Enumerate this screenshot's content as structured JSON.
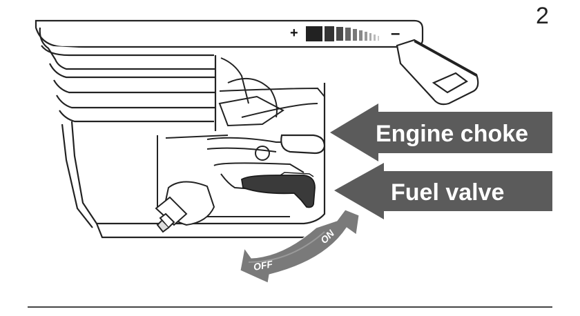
{
  "step": {
    "number": "2"
  },
  "throttle_scale": {
    "plus": "+",
    "minus": "–"
  },
  "callouts": {
    "engine_choke": "Engine choke",
    "fuel_valve": "Fuel valve"
  },
  "lever_arrows": {
    "on": "ON",
    "off": "OFF"
  },
  "colors": {
    "callout_fill": "#5b5b5b",
    "line": "#222222",
    "lever": "#3a3a3a"
  }
}
